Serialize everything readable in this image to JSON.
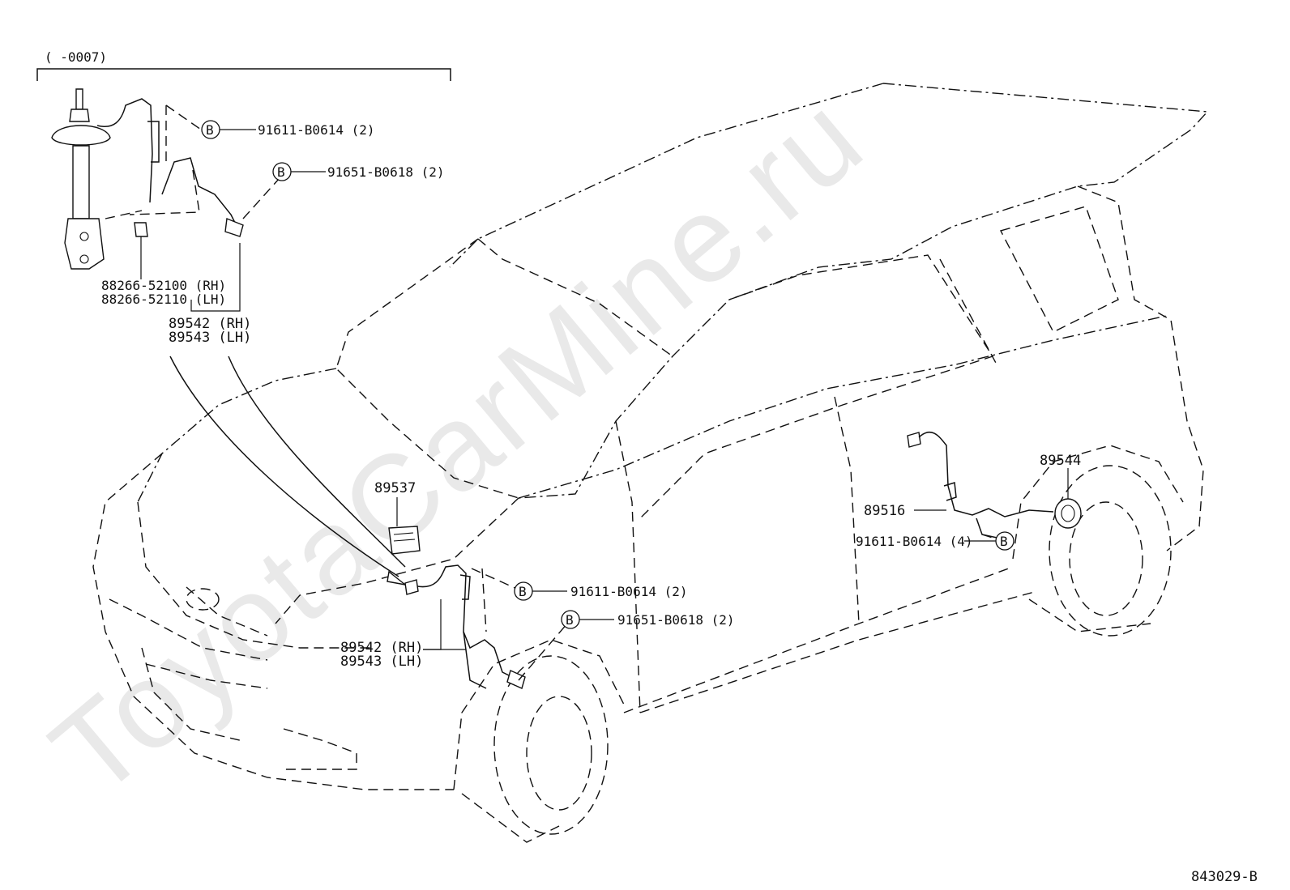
{
  "inset": {
    "range_label": "(      -0007)"
  },
  "parts": {
    "bolt_symbol": "B",
    "top_bolt_upper": "91611-B0614 (2)",
    "top_bolt_lower": "91651-B0618 (2)",
    "clamp_rh": "88266-52100 (RH)",
    "clamp_lh": "88266-52110 (LH)",
    "inset_sensor_rh": "89542 (RH)",
    "inset_sensor_lh": "89543 (LH)",
    "ecu": "89537",
    "front_bolt_upper": "91611-B0614 (2)",
    "front_bolt_lower": "91651-B0618 (2)",
    "front_sensor_rh": "89542 (RH)",
    "front_sensor_lh": "89543 (LH)",
    "rear_sensor": "89516",
    "rear_bolt": "91611-B0614 (4)",
    "rear_rotor": "89544"
  },
  "footer": {
    "diagram_code": "843029-B"
  },
  "watermark": {
    "text": "ToyotaCarMine.ru"
  }
}
